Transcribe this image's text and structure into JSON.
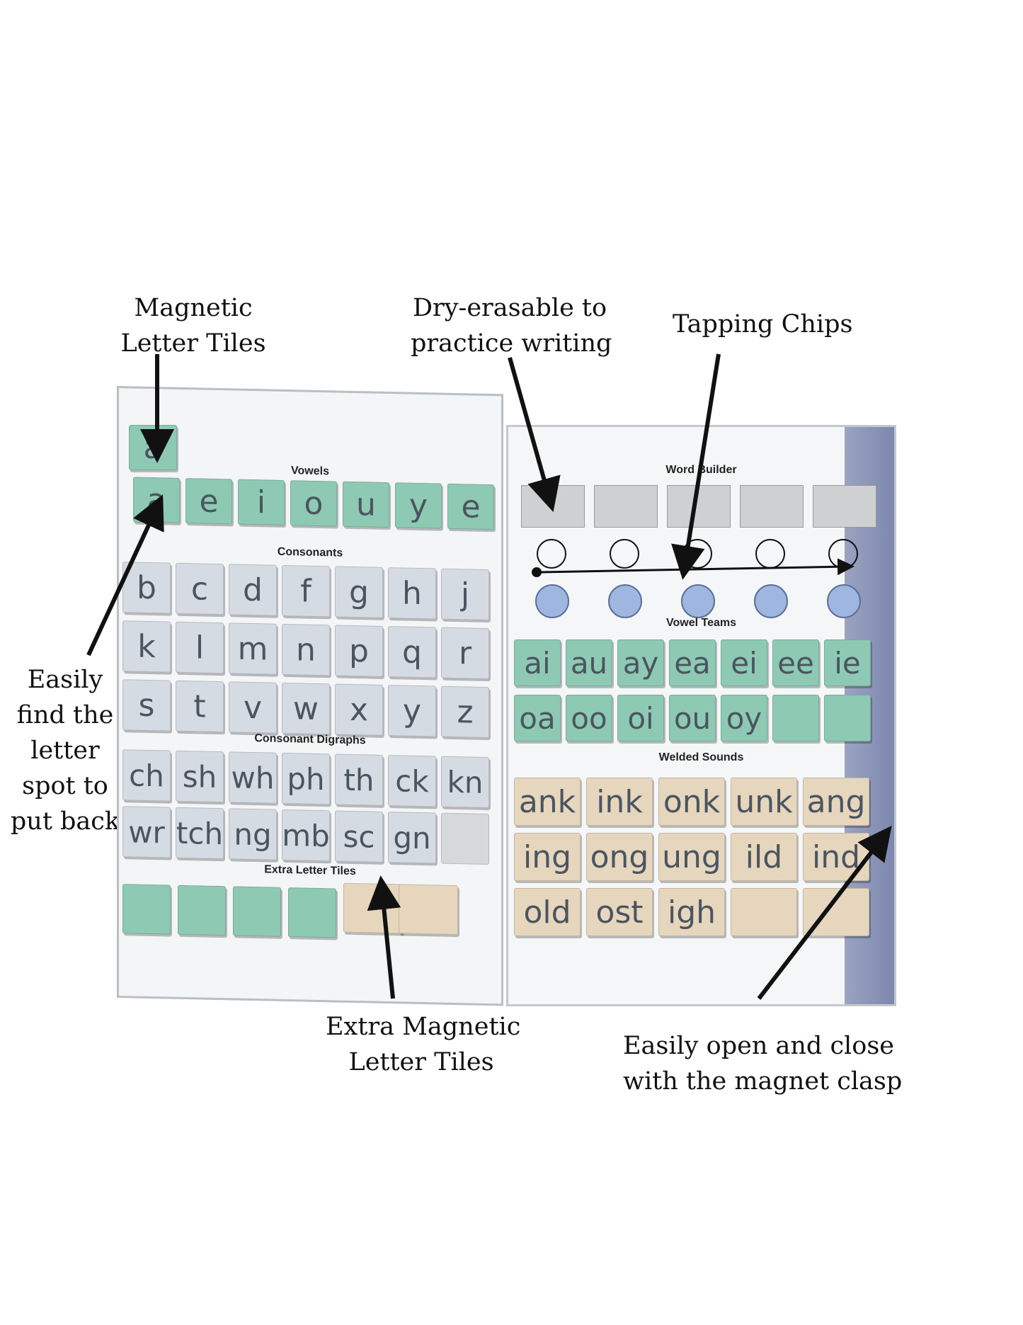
{
  "callouts": {
    "magnetic_tiles": [
      "Magnetic",
      "Letter Tiles"
    ],
    "dry_erasable": [
      "Dry-erasable to",
      "practice writing"
    ],
    "tapping_chips": [
      "Tapping Chips"
    ],
    "easily_find": [
      "Easily",
      "find the",
      "letter",
      "spot to",
      "put back"
    ],
    "extra_tiles": [
      "Extra Magnetic",
      "Letter Tiles"
    ],
    "magnet_clasp": [
      "Easily open and close",
      "with the magnet clasp"
    ]
  },
  "board": {
    "vowels_title": "Vowels",
    "consonants_title": "Consonants",
    "digraphs_title": "Consonant Digraphs",
    "extra_title": "Extra Letter Tiles",
    "word_builder_title": "Word Builder",
    "vowel_teams_title": "Vowel Teams",
    "welded_title": "Welded Sounds",
    "loose_tile": "a",
    "vowels": [
      "a",
      "e",
      "i",
      "o",
      "u",
      "y",
      "e"
    ],
    "consonants": [
      [
        "b",
        "c",
        "d",
        "f",
        "g",
        "h",
        "j"
      ],
      [
        "k",
        "l",
        "m",
        "n",
        "p",
        "q",
        "r"
      ],
      [
        "s",
        "t",
        "v",
        "w",
        "x",
        "y",
        "z"
      ]
    ],
    "digraphs": [
      [
        "ch",
        "sh",
        "wh",
        "ph",
        "th",
        "ck",
        "kn"
      ],
      [
        "wr",
        "tch",
        "ng",
        "mb",
        "sc",
        "gn",
        ""
      ]
    ],
    "vowel_teams": [
      [
        "ai",
        "au",
        "ay",
        "ea",
        "ei",
        "ee",
        "ie"
      ],
      [
        "oa",
        "oo",
        "oi",
        "ou",
        "oy",
        "",
        ""
      ]
    ],
    "welded_sounds": [
      [
        "ank",
        "ink",
        "onk",
        "unk",
        "ang"
      ],
      [
        "ing",
        "ong",
        "ung",
        "ild",
        "ind"
      ],
      [
        "old",
        "ost",
        "igh",
        "",
        ""
      ]
    ]
  },
  "colors": {
    "green_tile": "#8ec9b4",
    "grey_tile": "#d5dbe3",
    "tan_tile": "#e6d6be",
    "chip": "#9fb6e0"
  }
}
